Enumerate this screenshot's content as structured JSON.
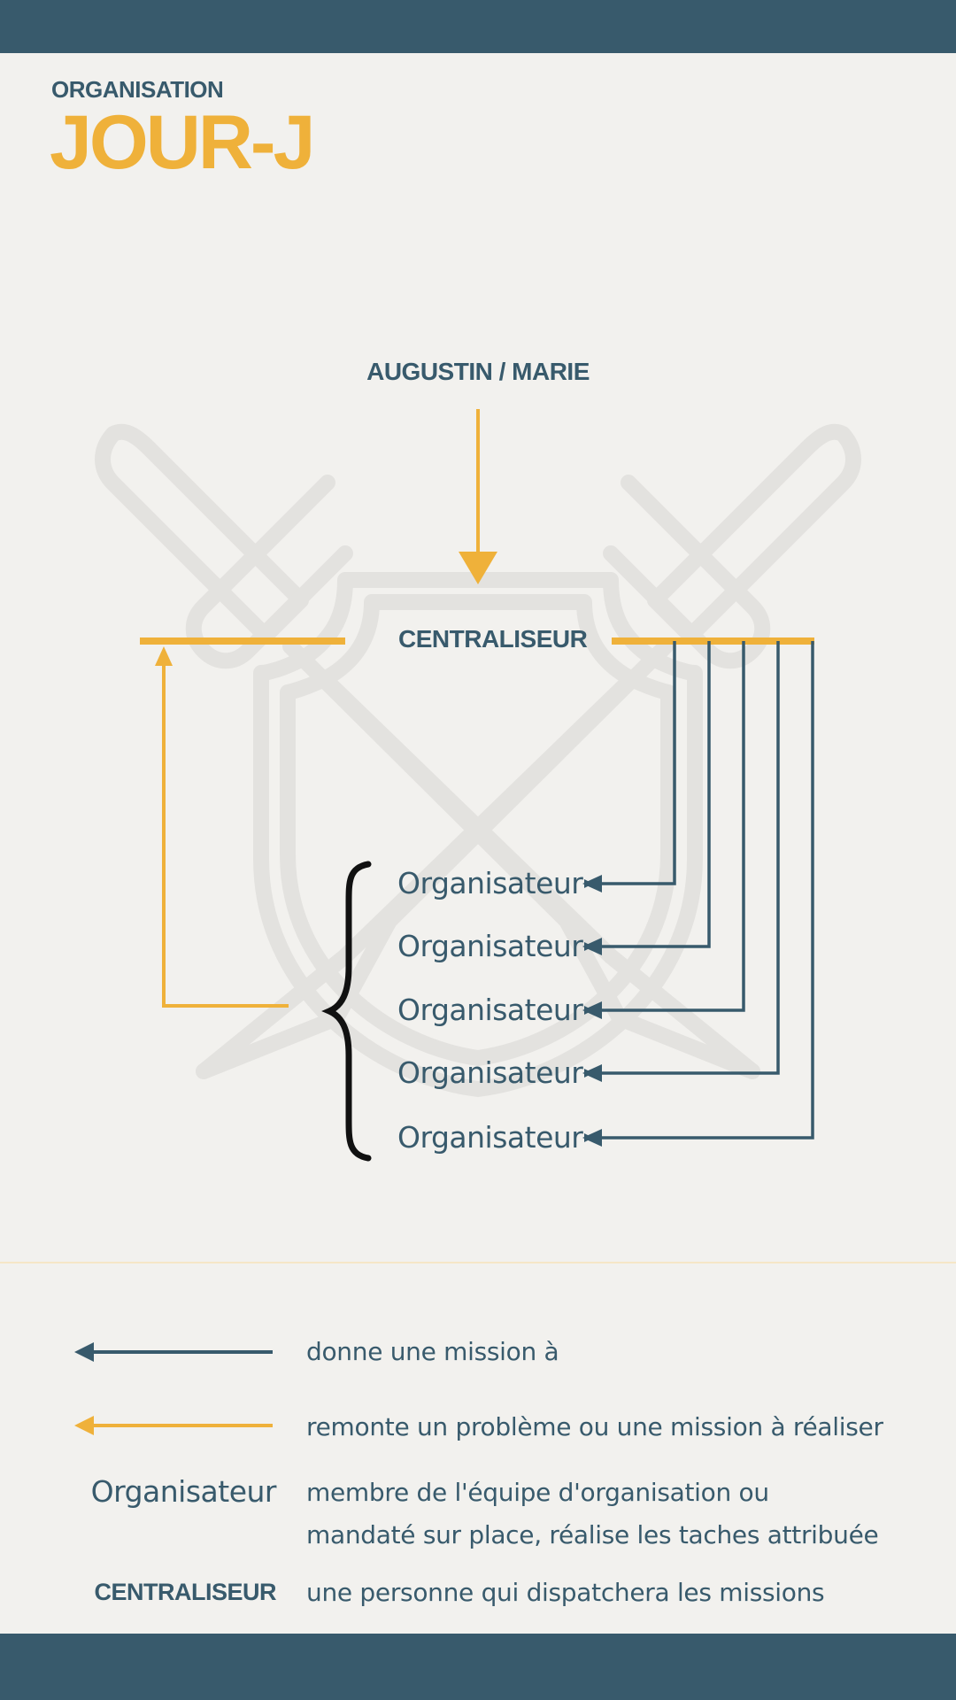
{
  "header": {
    "subtitle": "ORGANISATION",
    "title": "JOUR-J"
  },
  "diagram": {
    "top_person": "AUGUSTIN / MARIE",
    "centralizer": "CENTRALISEUR",
    "organizers": [
      "Organisateur",
      "Organisateur",
      "Organisateur",
      "Organisateur",
      "Organisateur"
    ]
  },
  "legend": {
    "blue_arrow": "donne une mission à",
    "yellow_arrow": "remonte un problème ou une mission à réaliser",
    "organizer_term": "Organisateur",
    "organizer_def_line1": "membre de l'équipe d'organisation ou",
    "organizer_def_line2": "mandaté sur place, réalise les taches attribuée",
    "centralizer_term": "CENTRALISEUR",
    "centralizer_def": "une personne qui dispatchera les missions"
  },
  "colors": {
    "navy": "#385a6c",
    "yellow": "#efb13a",
    "background": "#f2f1ee",
    "watermark": "#e3e2df"
  },
  "icons": {
    "background_emblem": "crossed-swords-shield"
  }
}
